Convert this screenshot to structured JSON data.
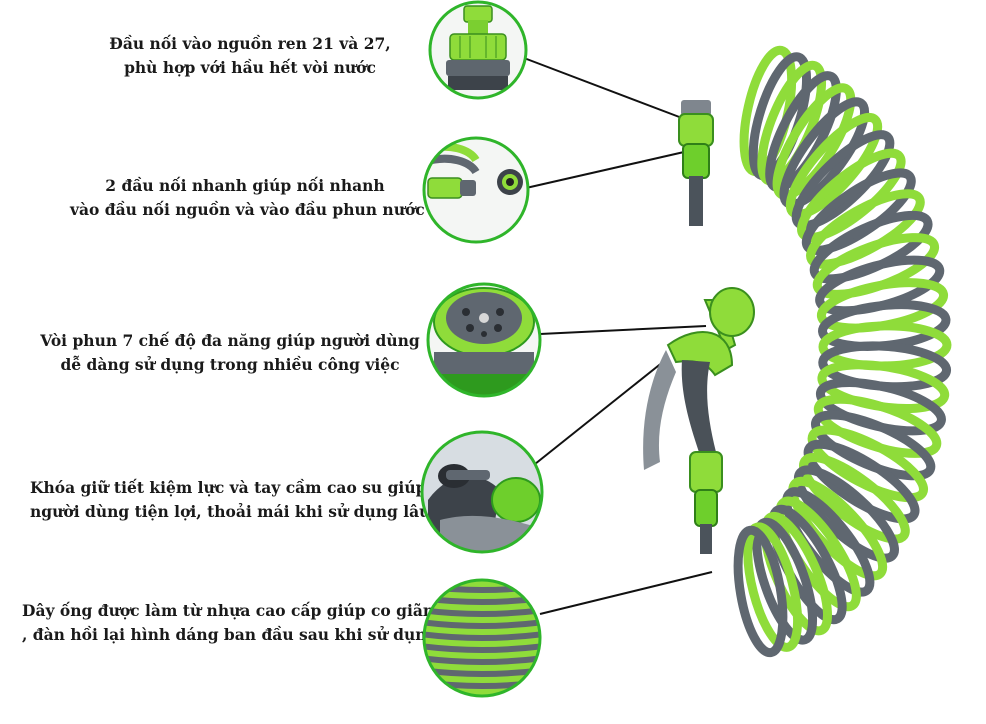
{
  "features": [
    {
      "name": "connector",
      "lines": [
        "Đầu nối vào nguồn ren 21 và 27,",
        "phù hợp với hầu hết vòi nước"
      ],
      "icon": "faucet-connector-icon"
    },
    {
      "name": "quick-connectors",
      "lines": [
        "2 đầu nối nhanh giúp nối nhanh",
        "vào đầu nối nguồn và vào đầu phun nước"
      ],
      "icon": "quick-connector-icon"
    },
    {
      "name": "spray-nozzle",
      "lines": [
        "Vòi phun 7 chế độ đa năng giúp người dùng",
        "dễ dàng sử dụng trong nhiều công việc"
      ],
      "icon": "spray-nozzle-icon"
    },
    {
      "name": "trigger-lock",
      "lines": [
        "Khóa giữ tiết kiệm lực và tay cầm cao su giúp",
        "người dùng tiện lợi, thoải mái khi sử dụng lâu"
      ],
      "icon": "trigger-lock-icon"
    },
    {
      "name": "hose-material",
      "lines": [
        "Dây ống được làm từ nhựa cao cấp giúp co giãn",
        ", đàn hồi lại hình dáng ban đầu sau khi sử dụng"
      ],
      "icon": "coiled-hose-icon"
    }
  ],
  "colors": {
    "lime": "#8fdc3a",
    "green_dark": "#2e9a1e",
    "gray": "#5f6770",
    "gray_dark": "#3d434a",
    "ring": "#2fb52a",
    "text": "#1a1a1a"
  }
}
